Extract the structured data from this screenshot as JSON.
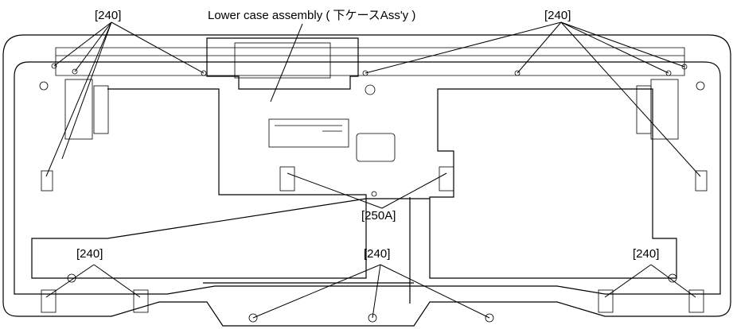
{
  "title_label": "Lower case assembly ( 下ケースAss'y )",
  "labels": {
    "top_left": "[240]",
    "top_right": "[240]",
    "center": "[250A]",
    "bottom_left": "[240]",
    "bottom_center": "[240]",
    "bottom_right": "[240]"
  }
}
